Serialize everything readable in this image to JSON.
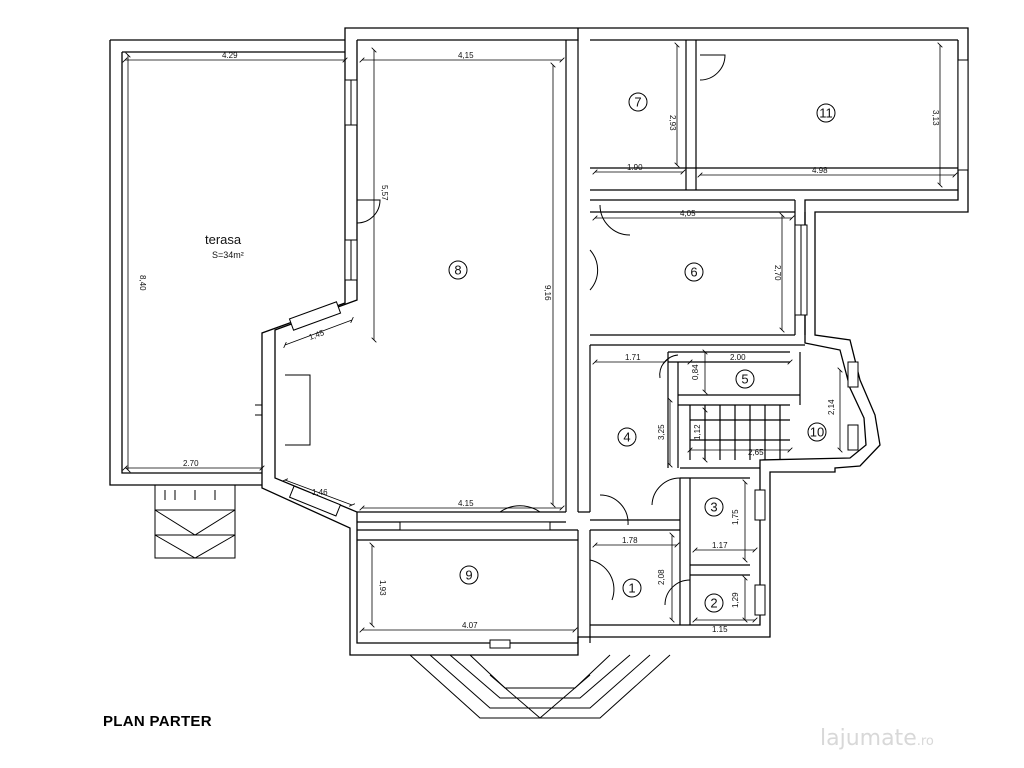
{
  "plan_title": "PLAN PARTER",
  "terrace": {
    "name": "terasa",
    "area": "S=34m²"
  },
  "rooms": [
    "1",
    "2",
    "3",
    "4",
    "5",
    "6",
    "7",
    "8",
    "9",
    "10",
    "11"
  ],
  "dimensions": {
    "terasa_width_top": "4.29",
    "terasa_width_bottom": "2.70",
    "terasa_height": "8,40",
    "r8_width_top": "4,15",
    "r8_width_bottom": "4.15",
    "r8_height": "9,16",
    "r8_partial_height": "5,57",
    "bay_top": "1,45",
    "bay_bottom": "1.46",
    "r7_width": "1.90",
    "r7_height": "2,93",
    "r11_width": "4.98",
    "r11_height": "3,13",
    "r6_width": "4,05",
    "r6_height": "2,70",
    "hall_width": "1.71",
    "r5_width": "2.00",
    "r5_height": "0,84",
    "r4_height": "3,25",
    "stair_height": "1,12",
    "stair_width": "2,65",
    "r10_height": "2,14",
    "r3_height": "1,75",
    "r3_width": "1.17",
    "r1_width": "1.78",
    "r1_height": "2,08",
    "r2_height": "1,29",
    "r2_width": "1.15",
    "r9_height": "1,93",
    "r9_width": "4.07"
  },
  "watermark": {
    "text": "lajumate",
    "suffix": ".ro"
  }
}
